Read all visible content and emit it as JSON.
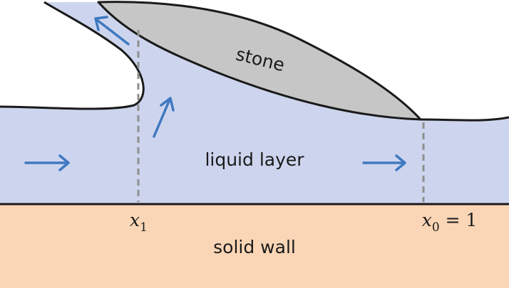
{
  "colors": {
    "liquid": "#cdd5ee",
    "wall": "#fbd6b6",
    "stone": "#c6c6c6",
    "outline": "#1a1a1a",
    "arrow": "#3f78c1",
    "dashed": "#8f8f8f"
  },
  "labels": {
    "stone": "stone",
    "liquid": "liquid layer",
    "wall": "solid wall",
    "x1_var": "x",
    "x1_sub": "1",
    "x0_var": "x",
    "x0_sub": "0",
    "x0_rest": " = 1"
  },
  "icons": [
    "flow-arrow-icon"
  ]
}
